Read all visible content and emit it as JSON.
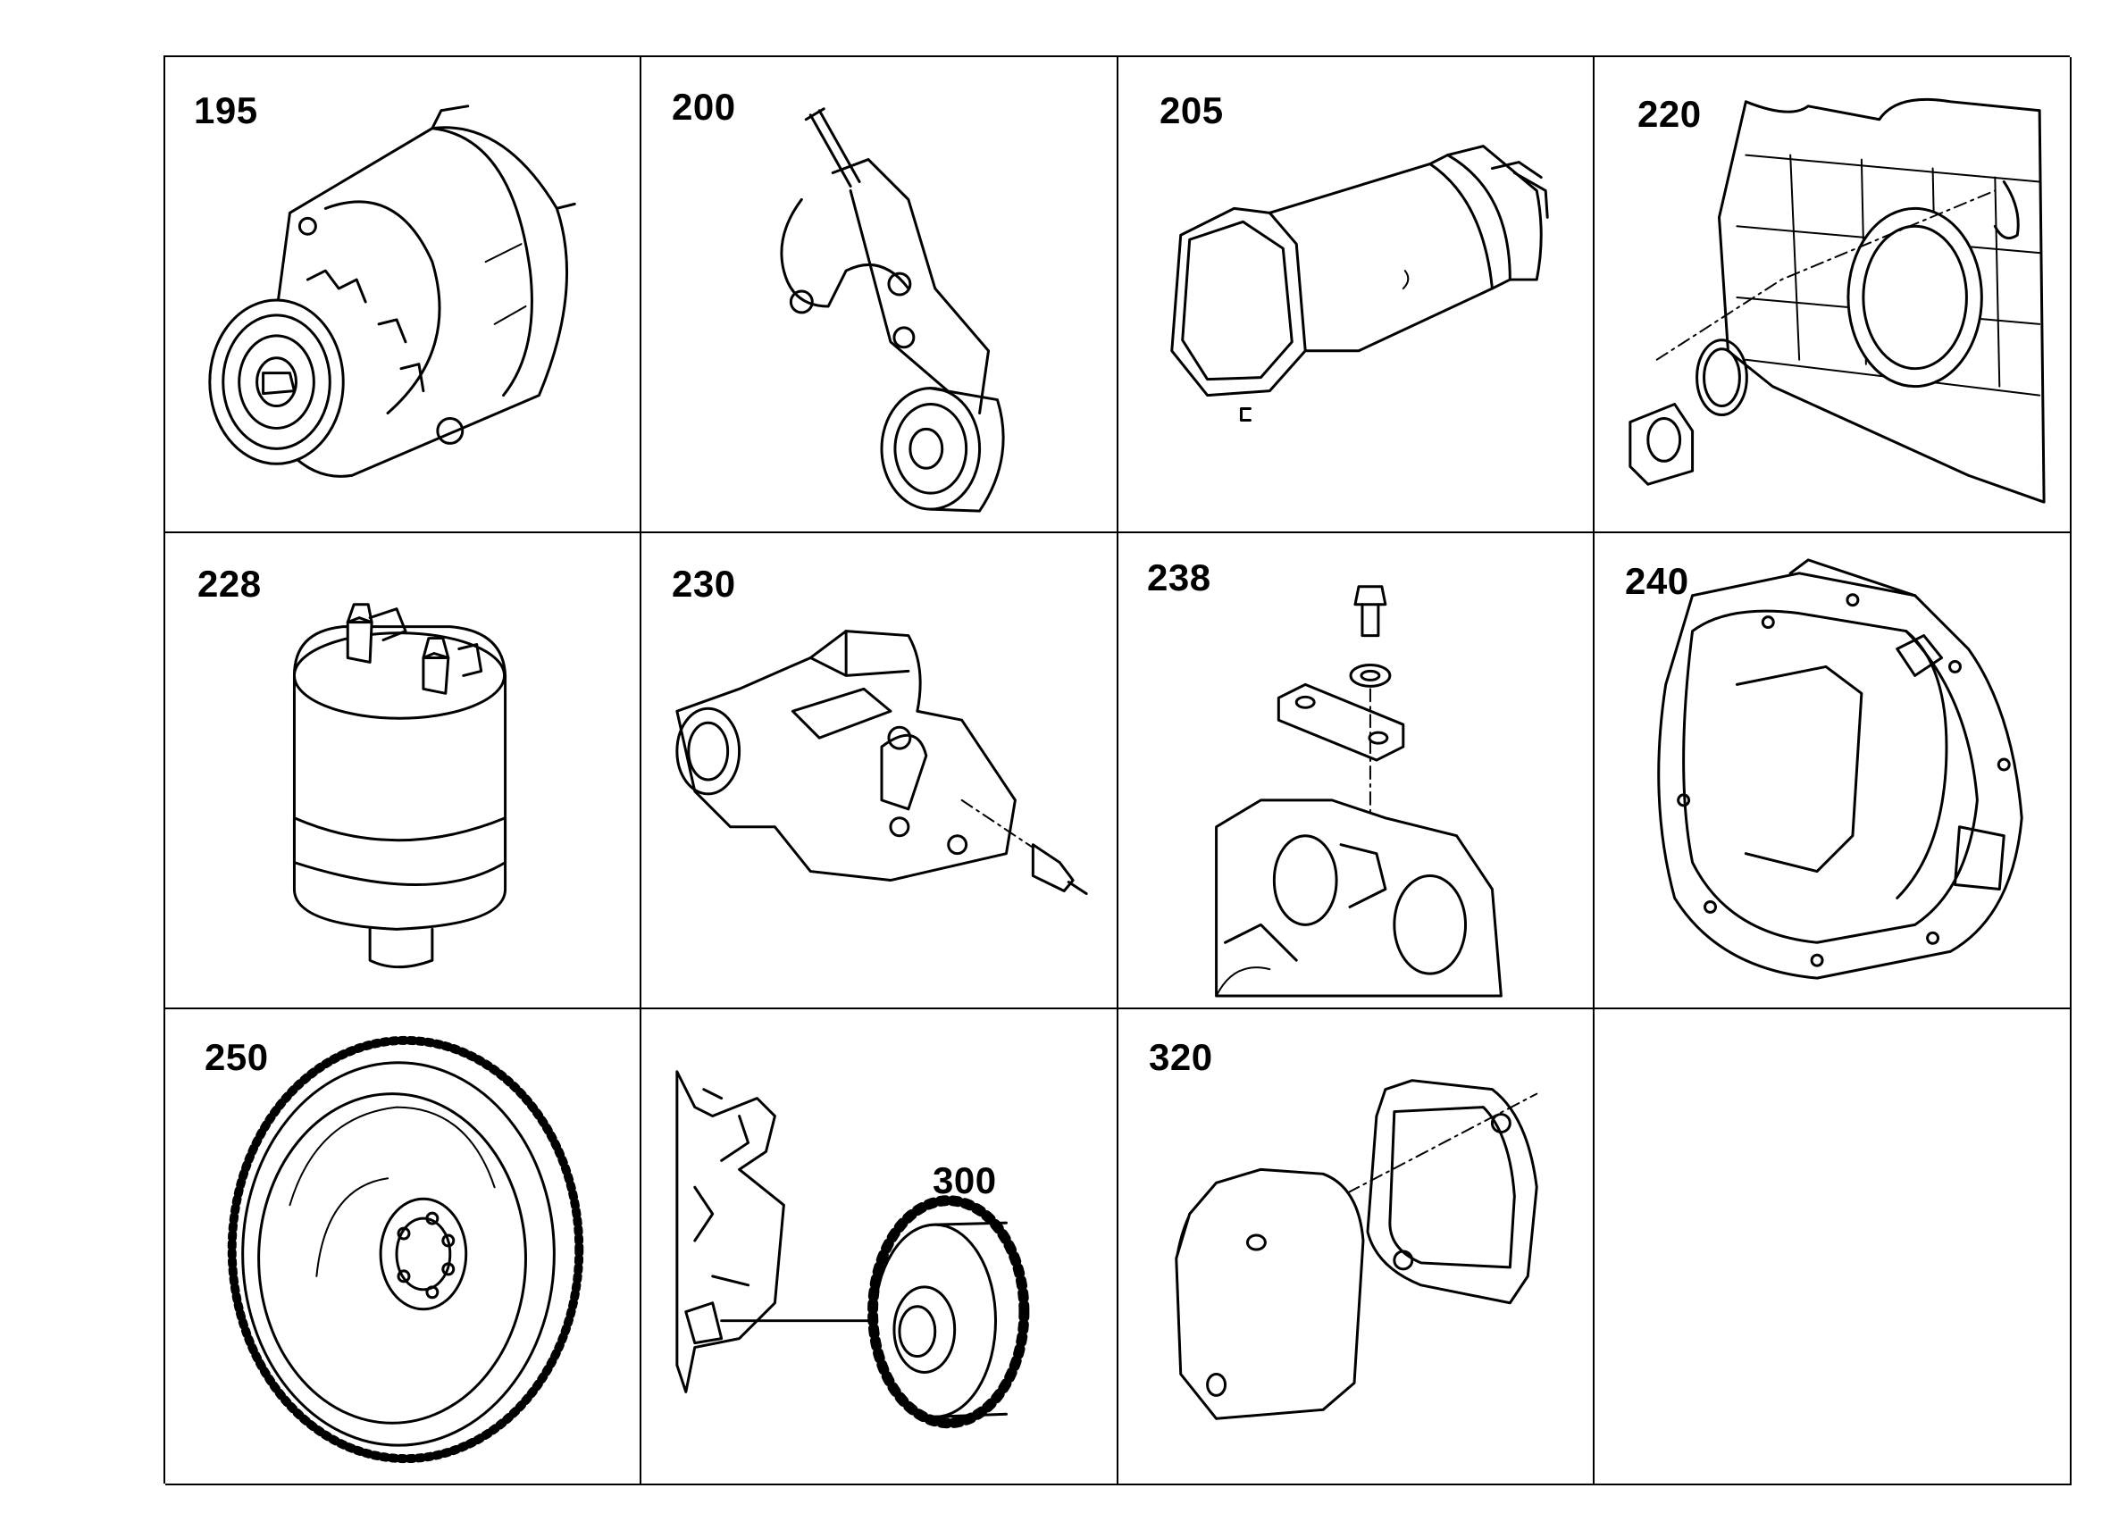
{
  "parts": [
    {
      "label": "195",
      "icon": "alternator-icon"
    },
    {
      "label": "200",
      "icon": "belt-tensioner-icon"
    },
    {
      "label": "205",
      "icon": "starter-motor-icon"
    },
    {
      "label": "220",
      "icon": "crankshaft-seal-icon"
    },
    {
      "label": "228",
      "icon": "oil-pressure-switch-icon"
    },
    {
      "label": "230",
      "icon": "thermostat-housing-icon"
    },
    {
      "label": "238",
      "icon": "lifting-bracket-icon"
    },
    {
      "label": "240",
      "icon": "flywheel-housing-icon"
    },
    {
      "label": "250",
      "icon": "flywheel-icon"
    },
    {
      "label": "300",
      "icon": "idler-gear-icon"
    },
    {
      "label": "320",
      "icon": "cover-plate-icon"
    }
  ]
}
